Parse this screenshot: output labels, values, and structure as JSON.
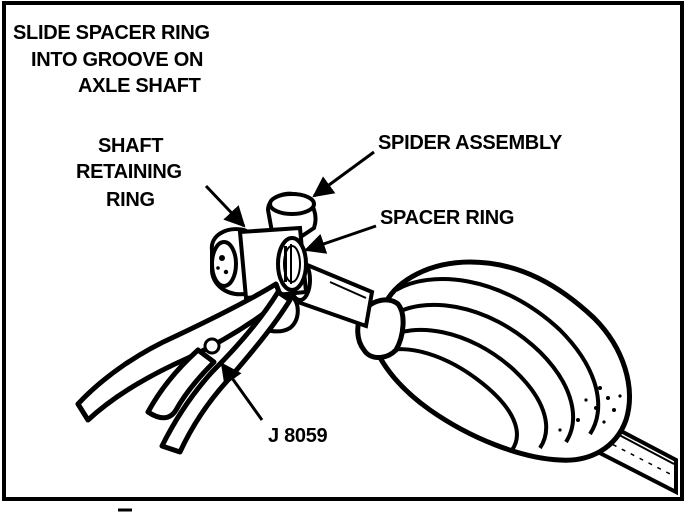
{
  "labels": {
    "instruction_line1": "SLIDE SPACER RING",
    "instruction_line2": "INTO GROOVE ON",
    "instruction_line3": "AXLE SHAFT",
    "shaft_retaining_ring_line1": "SHAFT",
    "shaft_retaining_ring_line2": "RETAINING",
    "shaft_retaining_ring_line3": "RING",
    "spider_assembly": "SPIDER ASSEMBLY",
    "spacer_ring": "SPACER RING",
    "tool_number": "J 8059"
  },
  "colors": {
    "ink": "#000000",
    "paper": "#ffffff"
  }
}
